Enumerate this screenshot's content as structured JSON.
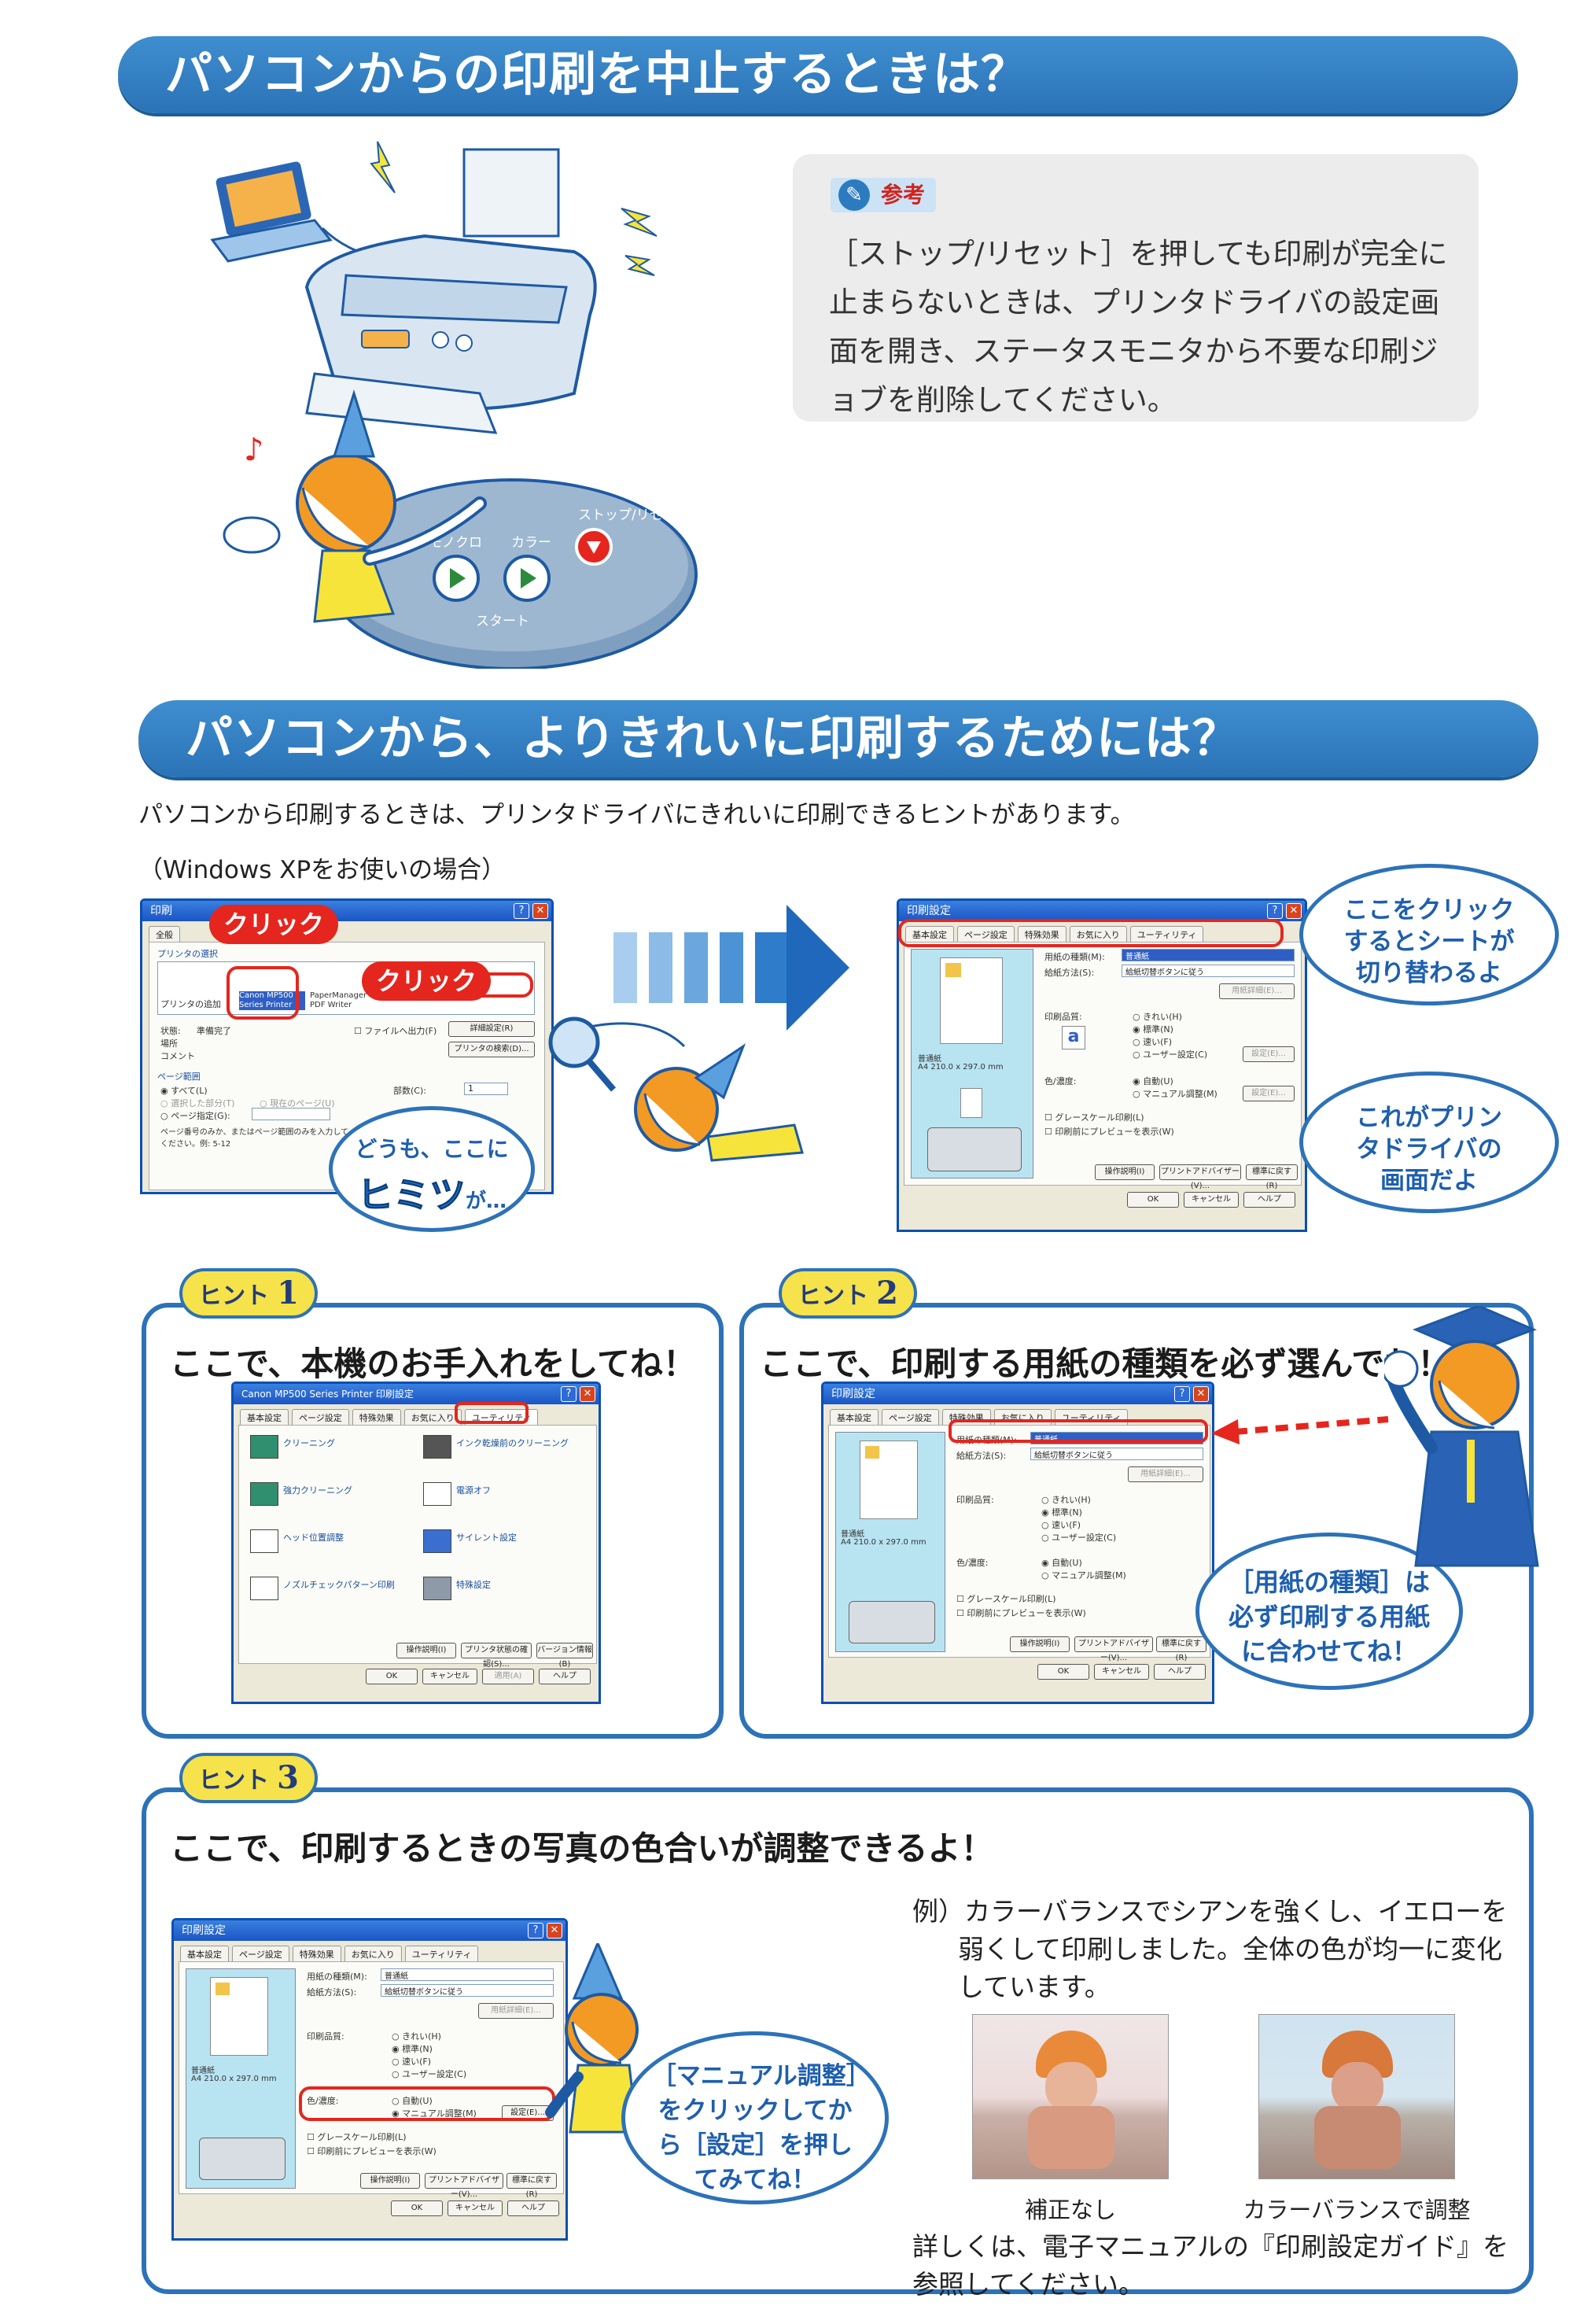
{
  "section1": {
    "title": "パソコンからの印刷を中止するときは？",
    "panel_labels": {
      "stop_reset": "ストップ/リセット",
      "mono": "モノクロ",
      "color": "カラー",
      "start": "スタート"
    }
  },
  "note": {
    "tag": "参考",
    "body": "［ストップ/リセット］を押しても印刷が完全に止まらないときは、プリンタドライバの設定画面を開き、ステータスモニタから不要な印刷ジョブを削除してください。"
  },
  "section2": {
    "title": "パソコンから、よりきれいに印刷するためには？",
    "intro": "パソコンから印刷するときは、プリンタドライバにきれいに印刷できるヒントがあります。",
    "os_note": "（Windows XPをお使いの場合）"
  },
  "print_dialog": {
    "title": "印刷",
    "tab": "全般",
    "group_printer": "プリンタの選択",
    "printers": [
      "プリンタの追加",
      "Canon MP500 Series Printer",
      "PaperManager PDF Writer"
    ],
    "status_label": "状態:",
    "status_value": "準備完了",
    "location_label": "場所",
    "comment_label": "コメント",
    "print_to_file": "ファイルへ出力(F)",
    "detail_button": "詳細設定(R)",
    "find_printer_button": "プリンタの検索(D)...",
    "page_range": "ページ範囲",
    "range_all": "すべて(L)",
    "range_selection": "選択した部分(T)",
    "range_current": "現在のページ(U)",
    "range_pages": "ページ指定(G):",
    "copies_label": "部数(C):",
    "copies_value": "1",
    "range_help": "ページ番号のみか、またはページ範囲のみを入力してください。例: 5-12"
  },
  "clicks": {
    "first": "クリック",
    "second": "クリック"
  },
  "bubble_secret": {
    "line1": "どうも、ここに",
    "highlight": "ヒミツ",
    "line2": "が…"
  },
  "settings_dialog": {
    "title": "印刷設定",
    "tabs": [
      "基本設定",
      "ページ設定",
      "特殊効果",
      "お気に入り",
      "ユーティリティ"
    ],
    "media_label": "用紙の種類(M):",
    "media_value": "普通紙",
    "feed_label": "給紙方法(S):",
    "feed_value": "給紙切替ボタンに従う",
    "media_detail": "用紙詳細(E)...",
    "quality_label": "印刷品質:",
    "quality_options": [
      "きれい(H)",
      "標準(N)",
      "速い(F)",
      "ユーザー設定(C)"
    ],
    "color_label": "色/濃度:",
    "color_options": [
      "自動(U)",
      "マニュアル調整(M)"
    ],
    "setting_button": "設定(E)...",
    "grayscale": "グレースケール印刷(L)",
    "preview_check": "印刷前にプレビューを表示(W)",
    "paper_info_line1": "普通紙",
    "paper_info_line2": "A4 210.0 x 297.0 mm",
    "bottom_buttons": [
      "操作説明(I)",
      "プリントアドバイザー(V)...",
      "標準に戻す(R)"
    ],
    "ok": "OK",
    "cancel": "キャンセル",
    "help": "ヘルプ",
    "apply": "適用(A)"
  },
  "bubble_tabs": "ここをクリックするとシートが切り替わるよ",
  "bubble_driver": "これがプリンタドライバの画面だよ",
  "hint1": {
    "badge": "ヒント",
    "number": "1",
    "title": "ここで、本機のお手入れをしてね！",
    "dialog_title": "Canon MP500 Series Printer 印刷設定",
    "utility_items": [
      "クリーニング",
      "強力クリーニング",
      "ヘッド位置調整",
      "ノズルチェックパターン印刷",
      "インク乾燥前のクリーニング",
      "電源オフ",
      "サイレント設定",
      "特殊設定"
    ],
    "bottom_buttons": [
      "操作説明(I)",
      "プリンタ状態の確認(S)...",
      "バージョン情報(B)"
    ]
  },
  "hint2": {
    "badge": "ヒント",
    "number": "2",
    "title": "ここで、印刷する用紙の種類を必ず選んでね！",
    "bubble": "［用紙の種類］は必ず印刷する用紙に合わせてね！"
  },
  "hint3": {
    "badge": "ヒント",
    "number": "3",
    "title": "ここで、印刷するときの写真の色合いが調整できるよ！",
    "bubble": "［マニュアル調整］をクリックしてから［設定］を押してみてね！",
    "example": "例）カラーバランスでシアンを強くし、イエローを弱くして印刷しました。全体の色が均一に変化しています。",
    "caption_before": "補正なし",
    "caption_after": "カラーバランスで調整",
    "footer": "詳しくは、電子マニュアルの『印刷設定ガイド』を参照してください。"
  },
  "colors": {
    "banner_blue": "#2a73b6",
    "accent_red": "#e5261e",
    "hint_yellow": "#f6e24a"
  }
}
